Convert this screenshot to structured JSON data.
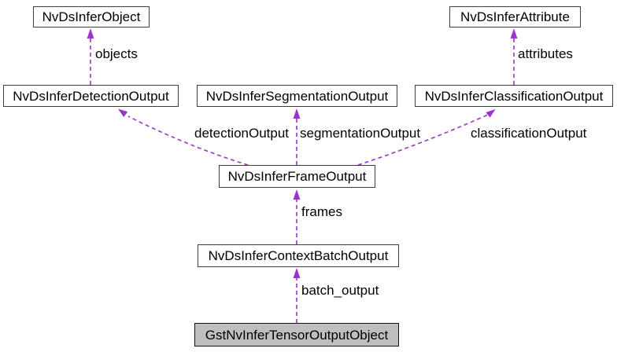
{
  "diagram": {
    "type": "doxygen-collaboration-graph",
    "background_color": "#ffffff",
    "edge_color": "#9a32cd",
    "node_border_color": "#3d3d3d",
    "node_fill_color": "#ffffff",
    "highlighted_node_fill_color": "#bfbfbf",
    "text_color": "#000000"
  },
  "nodes": [
    {
      "label": "NvDsInferObject",
      "highlighted": false
    },
    {
      "label": "NvDsInferAttribute",
      "highlighted": false
    },
    {
      "label": "NvDsInferDetectionOutput",
      "highlighted": false
    },
    {
      "label": "NvDsInferSegmentationOutput",
      "highlighted": false
    },
    {
      "label": "NvDsInferClassificationOutput",
      "highlighted": false
    },
    {
      "label": "NvDsInferFrameOutput",
      "highlighted": false
    },
    {
      "label": "NvDsInferContextBatchOutput",
      "highlighted": false
    },
    {
      "label": "GstNvInferTensorOutputObject",
      "highlighted": true
    }
  ],
  "edge_labels": [
    {
      "label": "objects"
    },
    {
      "label": "attributes"
    },
    {
      "label": "detectionOutput"
    },
    {
      "label": "segmentationOutput"
    },
    {
      "label": "classificationOutput"
    },
    {
      "label": "frames"
    },
    {
      "label": "batch_output"
    }
  ]
}
